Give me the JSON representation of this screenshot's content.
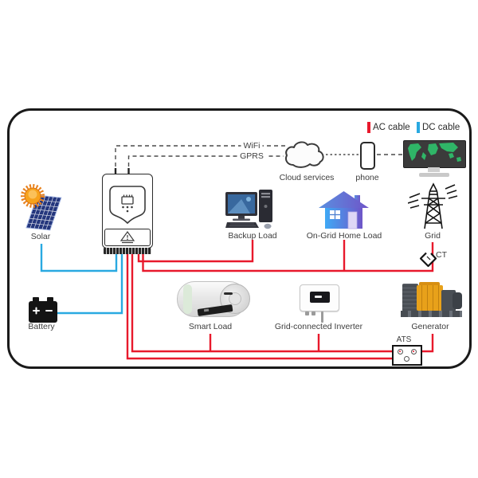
{
  "legend": {
    "ac_label": "AC cable",
    "dc_label": "DC cable"
  },
  "colors": {
    "ac": "#e8192c",
    "dc": "#29a9e1",
    "label_text": "#3d3d3d",
    "panel_blue": "#24367d",
    "sun_core": "#f7a21b",
    "sun_rays": "#e8821e",
    "map_green": "#2fb567",
    "house_blue": "#3fa9f5",
    "house_purple": "#6f55c8",
    "gen_yellow": "#e8a11a"
  },
  "comm": {
    "wifi_label": "WiFi",
    "gprs_label": "GPRS",
    "cloud_label": "Cloud services",
    "phone_label": "phone"
  },
  "nodes": {
    "solar": {
      "label": "Solar"
    },
    "battery": {
      "label": "Battery"
    },
    "backup_load": {
      "label": "Backup Load"
    },
    "on_grid_home_load": {
      "label": "On-Grid Home Load"
    },
    "grid": {
      "label": "Grid"
    },
    "ct": {
      "label": "CT"
    },
    "smart_load": {
      "label": "Smart Load"
    },
    "grid_connected_inverter": {
      "label": "Grid-connected Inverter"
    },
    "generator": {
      "label": "Generator"
    },
    "ats": {
      "label": "ATS"
    }
  }
}
